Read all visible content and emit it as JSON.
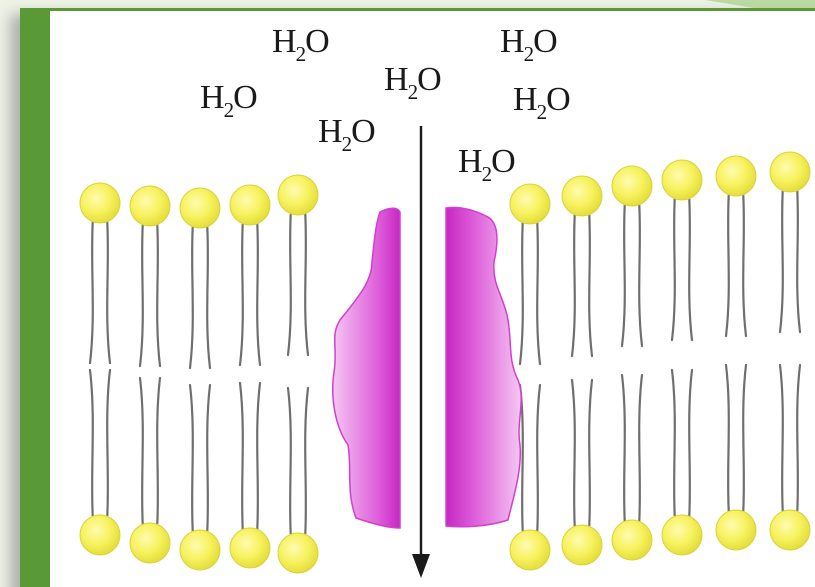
{
  "diagram": {
    "molecules": [
      {
        "base": "H",
        "sub": "2",
        "tail": "O"
      },
      {
        "base": "H",
        "sub": "2",
        "tail": "O"
      },
      {
        "base": "H",
        "sub": "2",
        "tail": "O"
      },
      {
        "base": "H",
        "sub": "2",
        "tail": "O"
      },
      {
        "base": "H",
        "sub": "2",
        "tail": "O"
      },
      {
        "base": "H",
        "sub": "2",
        "tail": "O"
      },
      {
        "base": "H",
        "sub": "2",
        "tail": "O"
      }
    ],
    "colors": {
      "frame_green": "#5a9a36",
      "background": "#ffffff",
      "lipid_head": "#f5f05a",
      "lipid_head_edge": "#d9d338",
      "lipid_tail": "#6f6f6f",
      "channel_protein": "#d23fcf",
      "arrow": "#1a1a1a"
    }
  }
}
